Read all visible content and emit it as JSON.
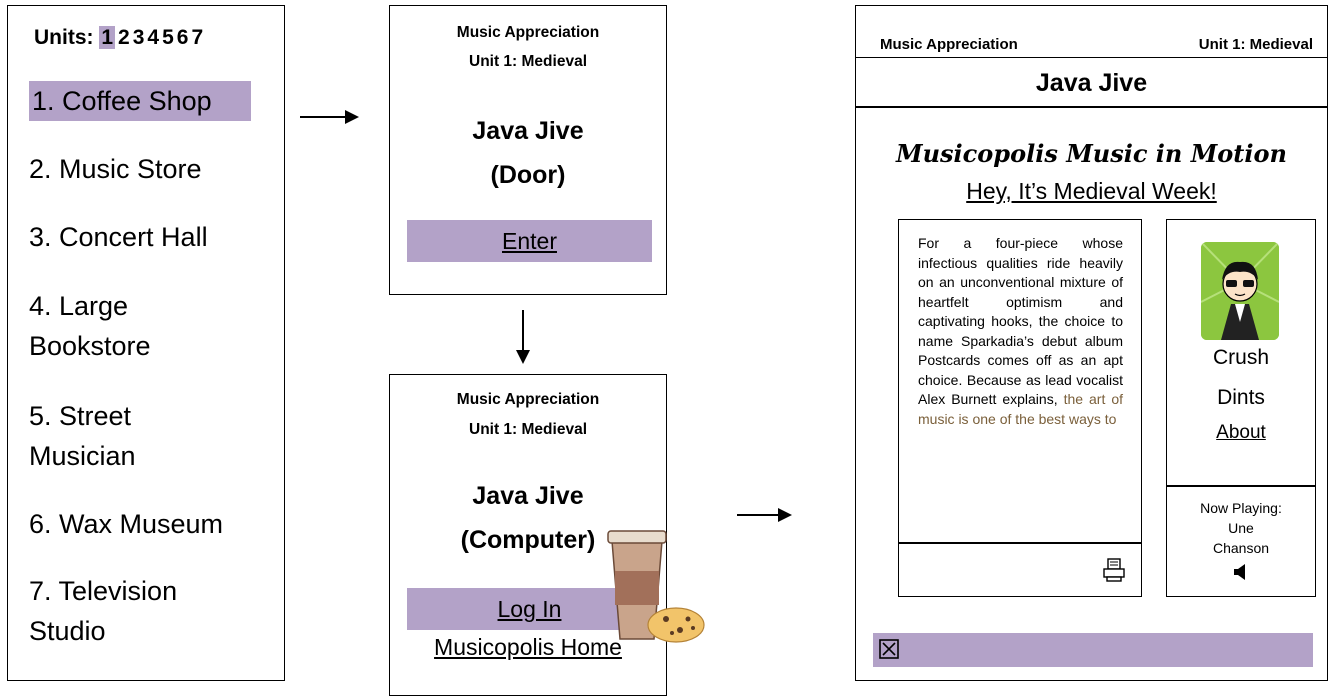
{
  "units_menu": {
    "label": "Units:",
    "unit_numbers": [
      "1",
      "2",
      "3",
      "4",
      "5",
      "6",
      "7"
    ],
    "active_unit": "1",
    "items": [
      {
        "lines": [
          "1. Coffee Shop"
        ]
      },
      {
        "lines": [
          "2. Music Store"
        ]
      },
      {
        "lines": [
          "3. Concert Hall"
        ]
      },
      {
        "lines": [
          "4. Large",
          "Bookstore"
        ]
      },
      {
        "lines": [
          "5. Street",
          "Musician"
        ]
      },
      {
        "lines": [
          "6. Wax Museum"
        ]
      },
      {
        "lines": [
          "7. Television",
          "Studio"
        ]
      }
    ]
  },
  "door_screen": {
    "course": "Music Appreciation",
    "unit": "Unit 1: Medieval",
    "place": "Java Jive",
    "view": "(Door)",
    "enter_label": "Enter"
  },
  "computer_screen": {
    "course": "Music Appreciation",
    "unit": "Unit 1: Medieval",
    "place": "Java Jive",
    "view": "(Computer)",
    "login_label": "Log In",
    "home_label": "Musicopolis Home"
  },
  "news_page": {
    "header_left": "Music Appreciation",
    "header_right": "Unit 1: Medieval",
    "title": "Java Jive",
    "publication": "Musicopolis Music in Motion",
    "headline": "Hey, It’s Medieval Week!",
    "article_text": "For a four-piece whose infectious qualities ride heavily on an unconventional mixture of heartfelt optimism and captivating hooks, the choice to name Sparkadia’s debut album Postcards comes off as an apt choice. Because as lead vocalist Alex Burnett explains, ",
    "article_link": "the art of music is one of the best ways to",
    "artist_line1": "Crush",
    "artist_line2": "Dints",
    "about_label": "About",
    "now_playing_label": "Now Playing:",
    "song_line1": "Une",
    "song_line2": "Chanson"
  },
  "colors": {
    "accent": "#b3a2c8",
    "avatar_bg": "#8cc63f",
    "link_text": "#7a5f3a"
  }
}
